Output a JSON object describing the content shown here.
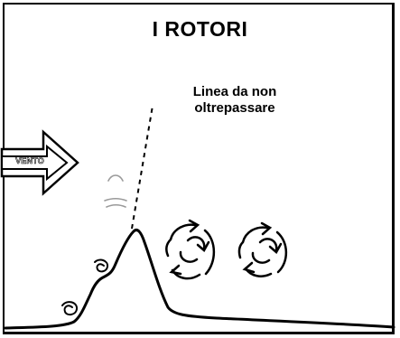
{
  "title": "I ROTORI",
  "caption": {
    "line1": "Linea da non",
    "line2": "oltrepassare"
  },
  "wind_label": "VENTO",
  "colors": {
    "ink": "#000000",
    "background": "#ffffff",
    "cloud_gray": "#9a9a9a"
  },
  "icons": [
    "wind-arrow-icon",
    "lenticular-cloud-icon",
    "rotor-swirl-icon",
    "turbulence-curl-icon"
  ]
}
